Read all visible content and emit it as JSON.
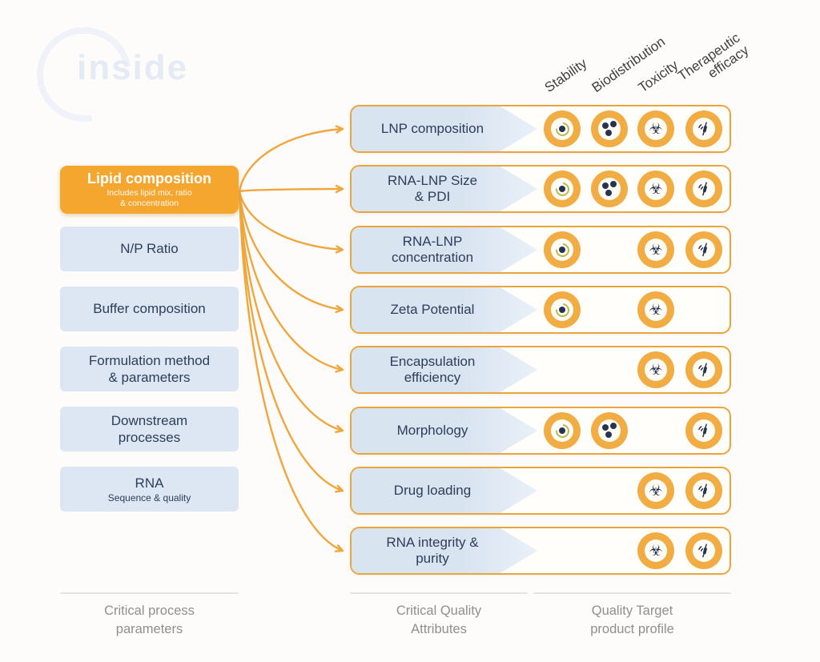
{
  "watermark": {
    "text": "inside"
  },
  "qtpp_columns": [
    {
      "id": "stability",
      "label": "Stability",
      "wrap": false
    },
    {
      "id": "biodistribution",
      "label": "Biodistribution",
      "wrap": false
    },
    {
      "id": "toxicity",
      "label": "Toxicity",
      "wrap": false
    },
    {
      "id": "therapeutic_efficacy",
      "label": "Therapeutic efficacy",
      "wrap": true
    }
  ],
  "cpp": {
    "highlight": {
      "title": "Lipid composition",
      "subtitle": "Includes lipid mix, ratio\n& concentration"
    },
    "items": [
      {
        "title": "N/P Ratio",
        "subtitle": ""
      },
      {
        "title": "Buffer composition",
        "subtitle": ""
      },
      {
        "title": "Formulation method\n& parameters",
        "subtitle": ""
      },
      {
        "title": "Downstream\nprocesses",
        "subtitle": ""
      },
      {
        "title": "RNA",
        "subtitle": "Sequence & quality"
      }
    ]
  },
  "cqa_rows": [
    {
      "label": "LNP composition",
      "impacts": [
        "stability",
        "biodistribution",
        "toxicity",
        "therapeutic_efficacy"
      ]
    },
    {
      "label": "RNA-LNP Size\n& PDI",
      "impacts": [
        "stability",
        "biodistribution",
        "toxicity",
        "therapeutic_efficacy"
      ]
    },
    {
      "label": "RNA-LNP\nconcentration",
      "impacts": [
        "stability",
        "toxicity",
        "therapeutic_efficacy"
      ]
    },
    {
      "label": "Zeta Potential",
      "impacts": [
        "stability",
        "toxicity"
      ]
    },
    {
      "label": "Encapsulation\nefficiency",
      "impacts": [
        "toxicity",
        "therapeutic_efficacy"
      ]
    },
    {
      "label": "Morphology",
      "impacts": [
        "stability",
        "biodistribution",
        "therapeutic_efficacy"
      ]
    },
    {
      "label": "Drug loading",
      "impacts": [
        "toxicity",
        "therapeutic_efficacy"
      ]
    },
    {
      "label": "RNA integrity &\npurity",
      "impacts": [
        "toxicity",
        "therapeutic_efficacy"
      ]
    }
  ],
  "icons": {
    "stability": "particle-orbit",
    "biodistribution": "dot-cluster",
    "toxicity_glyph": "☣",
    "toxicity": "biohazard",
    "therapeutic_efficacy": "syringe"
  },
  "footer": {
    "cpp_label": "Critical process\nparameters",
    "cqa_label": "Critical Quality\nAttributes",
    "qtpp_label": "Quality Target\nproduct profile"
  },
  "colors": {
    "accent_orange": "#F2A93C",
    "ring_orange": "#F1AC44",
    "box_blue": "#DCE7F3",
    "text_navy": "#2E3D5A",
    "label_gray": "#8F8F8F",
    "arrow_orange": "#EFA73D"
  }
}
